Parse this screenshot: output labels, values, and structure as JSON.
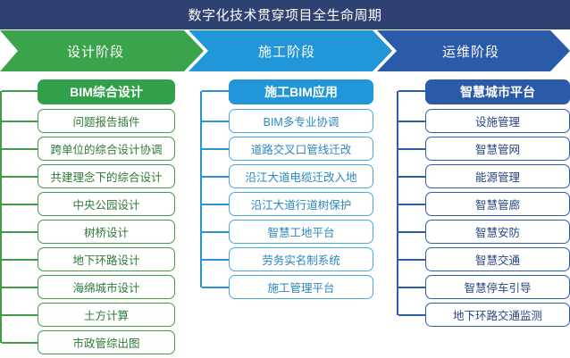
{
  "header": {
    "title": "数字化技术贯穿项目全生命周期",
    "bar_color": "#2e4272"
  },
  "stages": [
    {
      "label": "设计阶段",
      "color": "#3aa34b"
    },
    {
      "label": "施工阶段",
      "color": "#2196d9"
    },
    {
      "label": "运维阶段",
      "color": "#2b5aa8"
    }
  ],
  "columns": [
    {
      "name": "design",
      "accent": "#3f9b47",
      "head": "BIM综合设计",
      "items": [
        "问题报告插件",
        "跨单位的综合设计协调",
        "共建理念下的综合设计",
        "中央公园设计",
        "树桥设计",
        "地下环路设计",
        "海绵城市设计",
        "土方计算",
        "市政管综出图"
      ]
    },
    {
      "name": "build",
      "accent": "#4aa8dd",
      "head": "施工BIM应用",
      "items": [
        "BIM多专业协调",
        "道路交叉口管线迁改",
        "沿江大道电缆迁改入地",
        "沿江大道行道树保护",
        "智慧工地平台",
        "劳务实名制系统",
        "施工管理平台"
      ]
    },
    {
      "name": "ops",
      "accent": "#2e5ea6",
      "head": "智慧城市平台",
      "items": [
        "设施管理",
        "智慧管网",
        "能源管理",
        "智慧管廊",
        "智慧安防",
        "智慧交通",
        "智慧停车引导",
        "地下环路交通监测"
      ]
    }
  ]
}
